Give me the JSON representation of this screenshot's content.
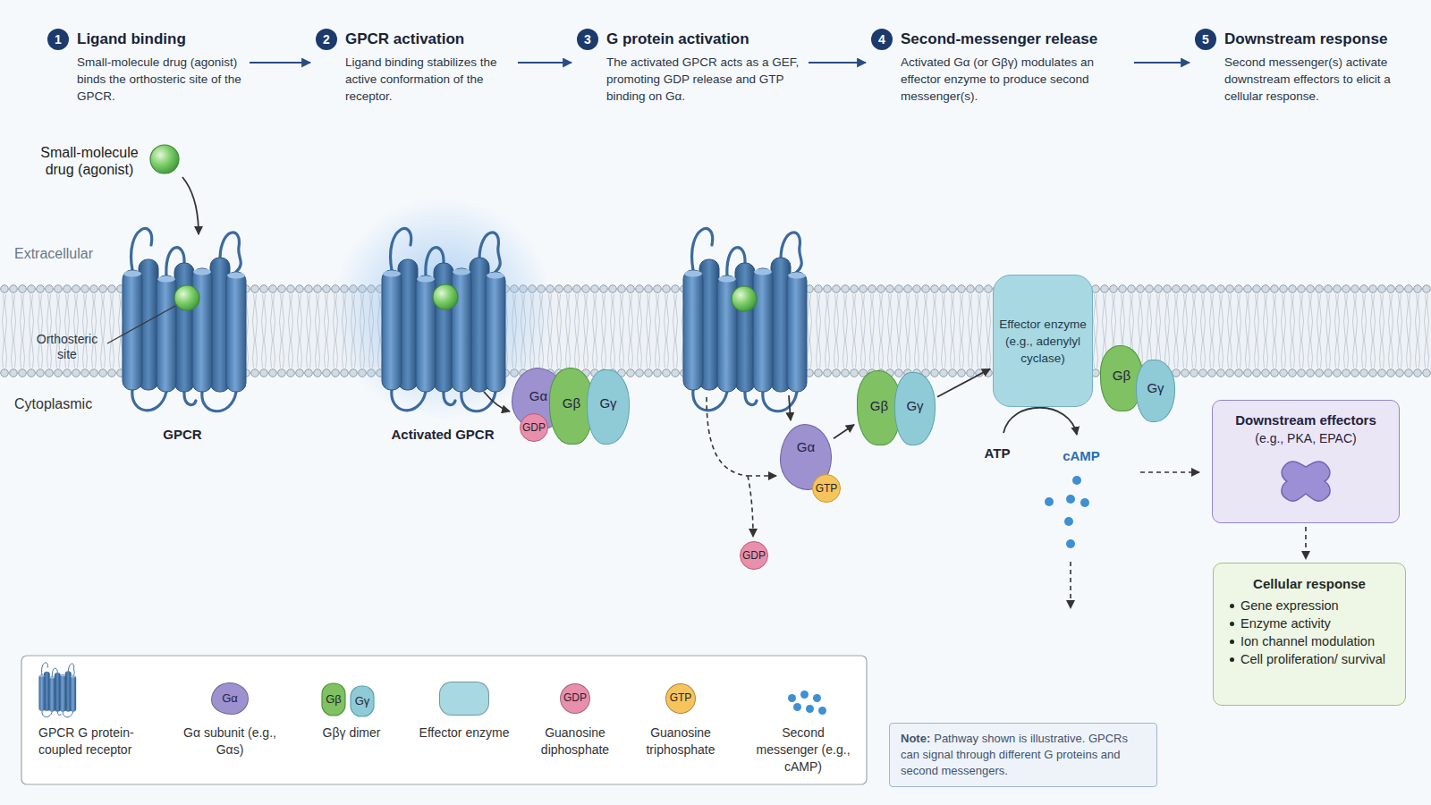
{
  "diagram": {
    "nodes": [
      {
        "text": [
          "1",
          "Ligand binding",
          "Small-molecule drug (agonist) binds the orthosteric site of the GPCR."
        ]
      },
      {
        "text": [
          "2",
          "GPCR activation",
          "Ligand binding stabilizes the active conformation of the receptor."
        ]
      },
      {
        "text": [
          "3",
          "G protein activation",
          "The activated GPCR acts as a GEF, promoting GDP release and GTP binding on Gα."
        ]
      },
      {
        "text": [
          "4",
          "Second-messenger release",
          "Activated Gα (or Gβγ) modulates an effector enzyme to produce second messenger(s)."
        ]
      },
      {
        "text": [
          "5",
          "Downstream response",
          "Second messenger(s) activate downstream effectors to elicit a cellular response."
        ]
      },
      {
        "text": [
          "Gα"
        ]
      },
      {
        "text": [
          "GDP"
        ]
      },
      {
        "text": [
          "Gβ"
        ]
      },
      {
        "text": [
          "Gγ"
        ]
      },
      {
        "text": [
          "Gα"
        ]
      },
      {
        "text": [
          "GTP"
        ]
      },
      {
        "text": [
          "GDP"
        ]
      },
      {
        "text": [
          "Gβ"
        ]
      },
      {
        "text": [
          "Gγ"
        ]
      },
      {
        "text": [
          "Effector enzyme",
          "(e.g., adenylyl cyclase)"
        ]
      },
      {
        "text": [
          "Gβ"
        ]
      },
      {
        "text": [
          "Gγ"
        ]
      },
      {
        "text": [
          "Downstream effectors",
          "(e.g., PKA, EPAC)"
        ]
      },
      {
        "text": [
          "Cellular response",
          "Gene expression",
          "Enzyme activity",
          "Ion channel modulation",
          "Cell proliferation/ survival"
        ]
      },
      {
        "text": [
          "Note:",
          "Pathway shown is illustrative. GPCRs can signal through different G proteins and second messengers."
        ]
      }
    ],
    "edges": [
      {
        "from": 0,
        "to": 1,
        "arrow": "to"
      },
      {
        "from": 1,
        "to": 2,
        "arrow": "to"
      },
      {
        "from": 2,
        "to": 3,
        "arrow": "to"
      },
      {
        "from": 3,
        "to": 4,
        "arrow": "to"
      },
      {
        "from": 9,
        "to": 12,
        "arrow": "to"
      },
      {
        "from": 13,
        "to": 14,
        "arrow": "to"
      },
      {
        "from": 17,
        "to": 18,
        "arrow": "to"
      }
    ],
    "labels": [
      "Small-molecule drug (agonist)",
      "Extracellular",
      "Orthosteric site",
      "Cytoplasmic",
      "GPCR",
      "Activated GPCR",
      "ATP",
      "cAMP",
      "Gα",
      "Gβ",
      "Gγ",
      "GDP",
      "GTP"
    ],
    "legend": [
      {
        "text": "GPCR G protein-coupled receptor"
      },
      {
        "text": "Gα subunit (e.g., Gαs)",
        "color": "#9d91cf"
      },
      {
        "text": "Gβγ dimer"
      },
      {
        "text": "Effector enzyme",
        "color": "#a8d8e2"
      },
      {
        "text": "Guanosine diphosphate",
        "color": "#e88fab"
      },
      {
        "text": "Guanosine triphosphate",
        "color": "#f6c45c"
      },
      {
        "text": "Second messenger (e.g., cAMP)",
        "color": "#3f8fd2"
      }
    ]
  }
}
